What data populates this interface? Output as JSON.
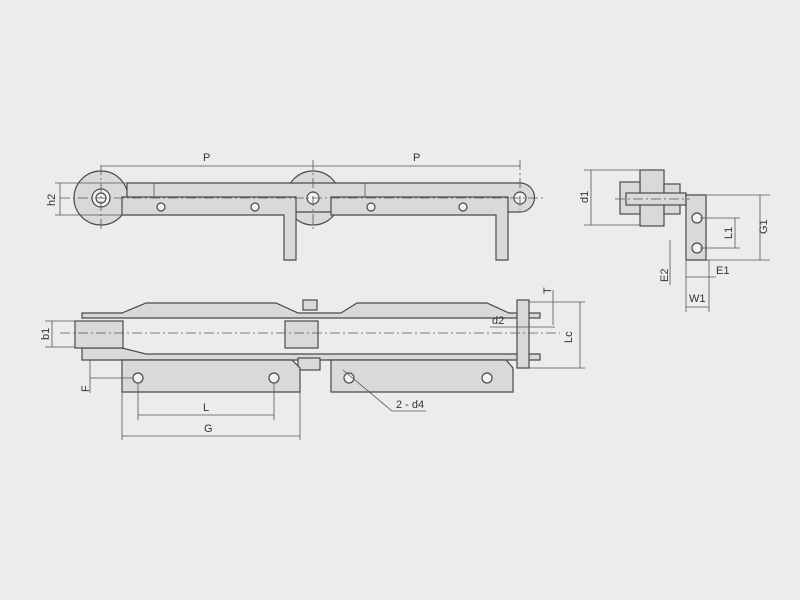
{
  "labels": {
    "pitch_left": "P",
    "pitch_right": "P",
    "h2": "h2",
    "d1": "d1",
    "L1": "L1",
    "G1": "G1",
    "E2": "E2",
    "E1": "E1",
    "W1": "W1",
    "T": "T",
    "d2": "d2",
    "b1": "b1",
    "Lc": "Lc",
    "F": "F",
    "L": "L",
    "G": "G",
    "d4": "2 - d4"
  },
  "colors": {
    "background": "#ececec",
    "part_fill": "#d9d9d9",
    "line": "#4a4a4a"
  }
}
